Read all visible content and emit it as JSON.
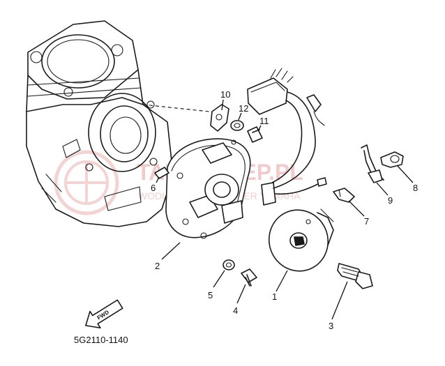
{
  "callouts": [
    {
      "id": "1",
      "label": "1"
    },
    {
      "id": "2",
      "label": "2"
    },
    {
      "id": "3",
      "label": "3"
    },
    {
      "id": "4",
      "label": "4"
    },
    {
      "id": "5",
      "label": "5"
    },
    {
      "id": "6",
      "label": "6"
    },
    {
      "id": "7",
      "label": "7"
    },
    {
      "id": "8",
      "label": "8"
    },
    {
      "id": "9",
      "label": "9"
    },
    {
      "id": "10",
      "label": "10"
    },
    {
      "id": "11",
      "label": "11"
    },
    {
      "id": "12",
      "label": "12"
    }
  ],
  "diagram_code": "5G2110-1140",
  "fwd_label": "FWD",
  "watermark": {
    "main": "TANKSKLEP.PL",
    "sub": "WODLICIRLOWY DEALER YAMAHA"
  },
  "colors": {
    "ink": "#1a1a1a",
    "watermark": "#e8a0a0",
    "background": "#ffffff"
  }
}
